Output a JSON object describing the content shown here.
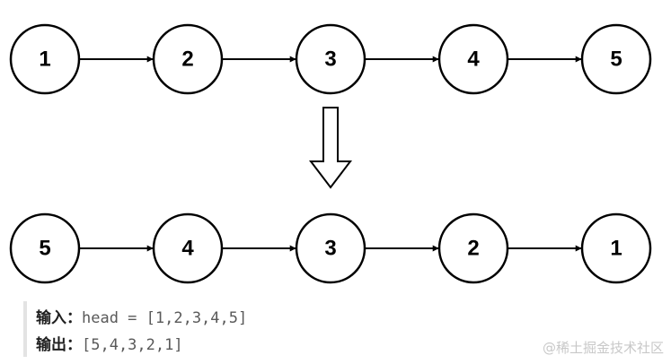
{
  "diagram": {
    "input_list": [
      "1",
      "2",
      "3",
      "4",
      "5"
    ],
    "output_list": [
      "5",
      "4",
      "3",
      "2",
      "1"
    ],
    "colors": {
      "node_stroke": "#000000",
      "node_fill": "#ffffff",
      "arrow": "#000000"
    }
  },
  "example": {
    "input_label": "输入：",
    "input_value": "head = [1,2,3,4,5]",
    "output_label": "输出：",
    "output_value": "[5,4,3,2,1]"
  },
  "watermark": "@稀土掘金技术社区"
}
